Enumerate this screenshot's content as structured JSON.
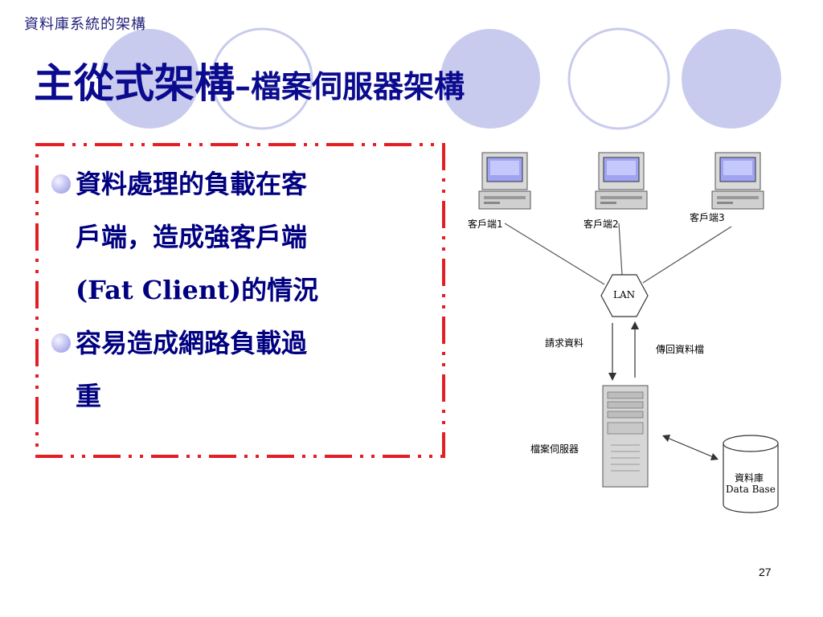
{
  "header": {
    "text": "資料庫系統的架構"
  },
  "title": {
    "main": "主從式架構",
    "dash": "–",
    "sub": "檔案伺服器架構"
  },
  "bullets": [
    {
      "lines": [
        "資料處理的負載在客",
        "戶端，造成強客戶端",
        "(Fat Client)的情況"
      ]
    },
    {
      "lines": [
        "容易造成網路負載過",
        "重"
      ]
    }
  ],
  "diagram": {
    "clients": [
      "客戶端1",
      "客戶端2",
      "客戶端3"
    ],
    "lan": "LAN",
    "request": "請求資料",
    "response": "傳回資料檔",
    "server": "檔案伺服器",
    "database_lines": [
      "資料庫",
      "Data Base"
    ]
  },
  "page_number": "27",
  "colors": {
    "accent_circle": "#c9cbee",
    "title": "#0b0b8f",
    "box_border": "#e31e24",
    "text": "#000080"
  }
}
